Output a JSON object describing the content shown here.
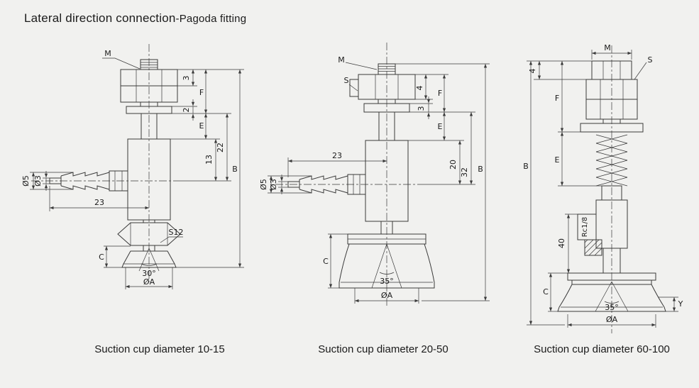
{
  "page": {
    "title": "Lateral direction connection",
    "title_suffix": "-Pagoda  fitting",
    "background": "#f1f1ef",
    "line_color": "#3a3a3a"
  },
  "figures": {
    "fig1": {
      "caption": "Suction cup diameter 10-15",
      "labels": {
        "m": "M",
        "dim_3": "3",
        "f": "F",
        "dim_2": "2",
        "e": "E",
        "dim_13": "13",
        "dim_22": "22",
        "b": "B",
        "dim_23": "23",
        "dia_5": "Ø5",
        "dia_3": "Ø3",
        "s12": "S12",
        "c": "C",
        "angle": "30°",
        "dia_a": "ØA"
      }
    },
    "fig2": {
      "caption": "Suction cup diameter 20-50",
      "labels": {
        "m": "M",
        "s": "S",
        "dim_4": "4",
        "f": "F",
        "dim_3": "3",
        "e": "E",
        "dim_23": "23",
        "dim_20": "20",
        "dim_32": "32",
        "b": "B",
        "dia_5": "Ø5",
        "dia_3": "Ø3",
        "c": "C",
        "angle": "35°",
        "dia_a": "ØA"
      }
    },
    "fig3": {
      "caption": "Suction cup diameter 60-100",
      "labels": {
        "dim_4": "4",
        "m": "M",
        "s": "S",
        "f": "F",
        "e": "E",
        "b": "B",
        "dim_40": "40",
        "rc": "Rc1/8",
        "c": "C",
        "angle": "35°",
        "dia_a": "ØA",
        "y": "Y"
      }
    }
  }
}
